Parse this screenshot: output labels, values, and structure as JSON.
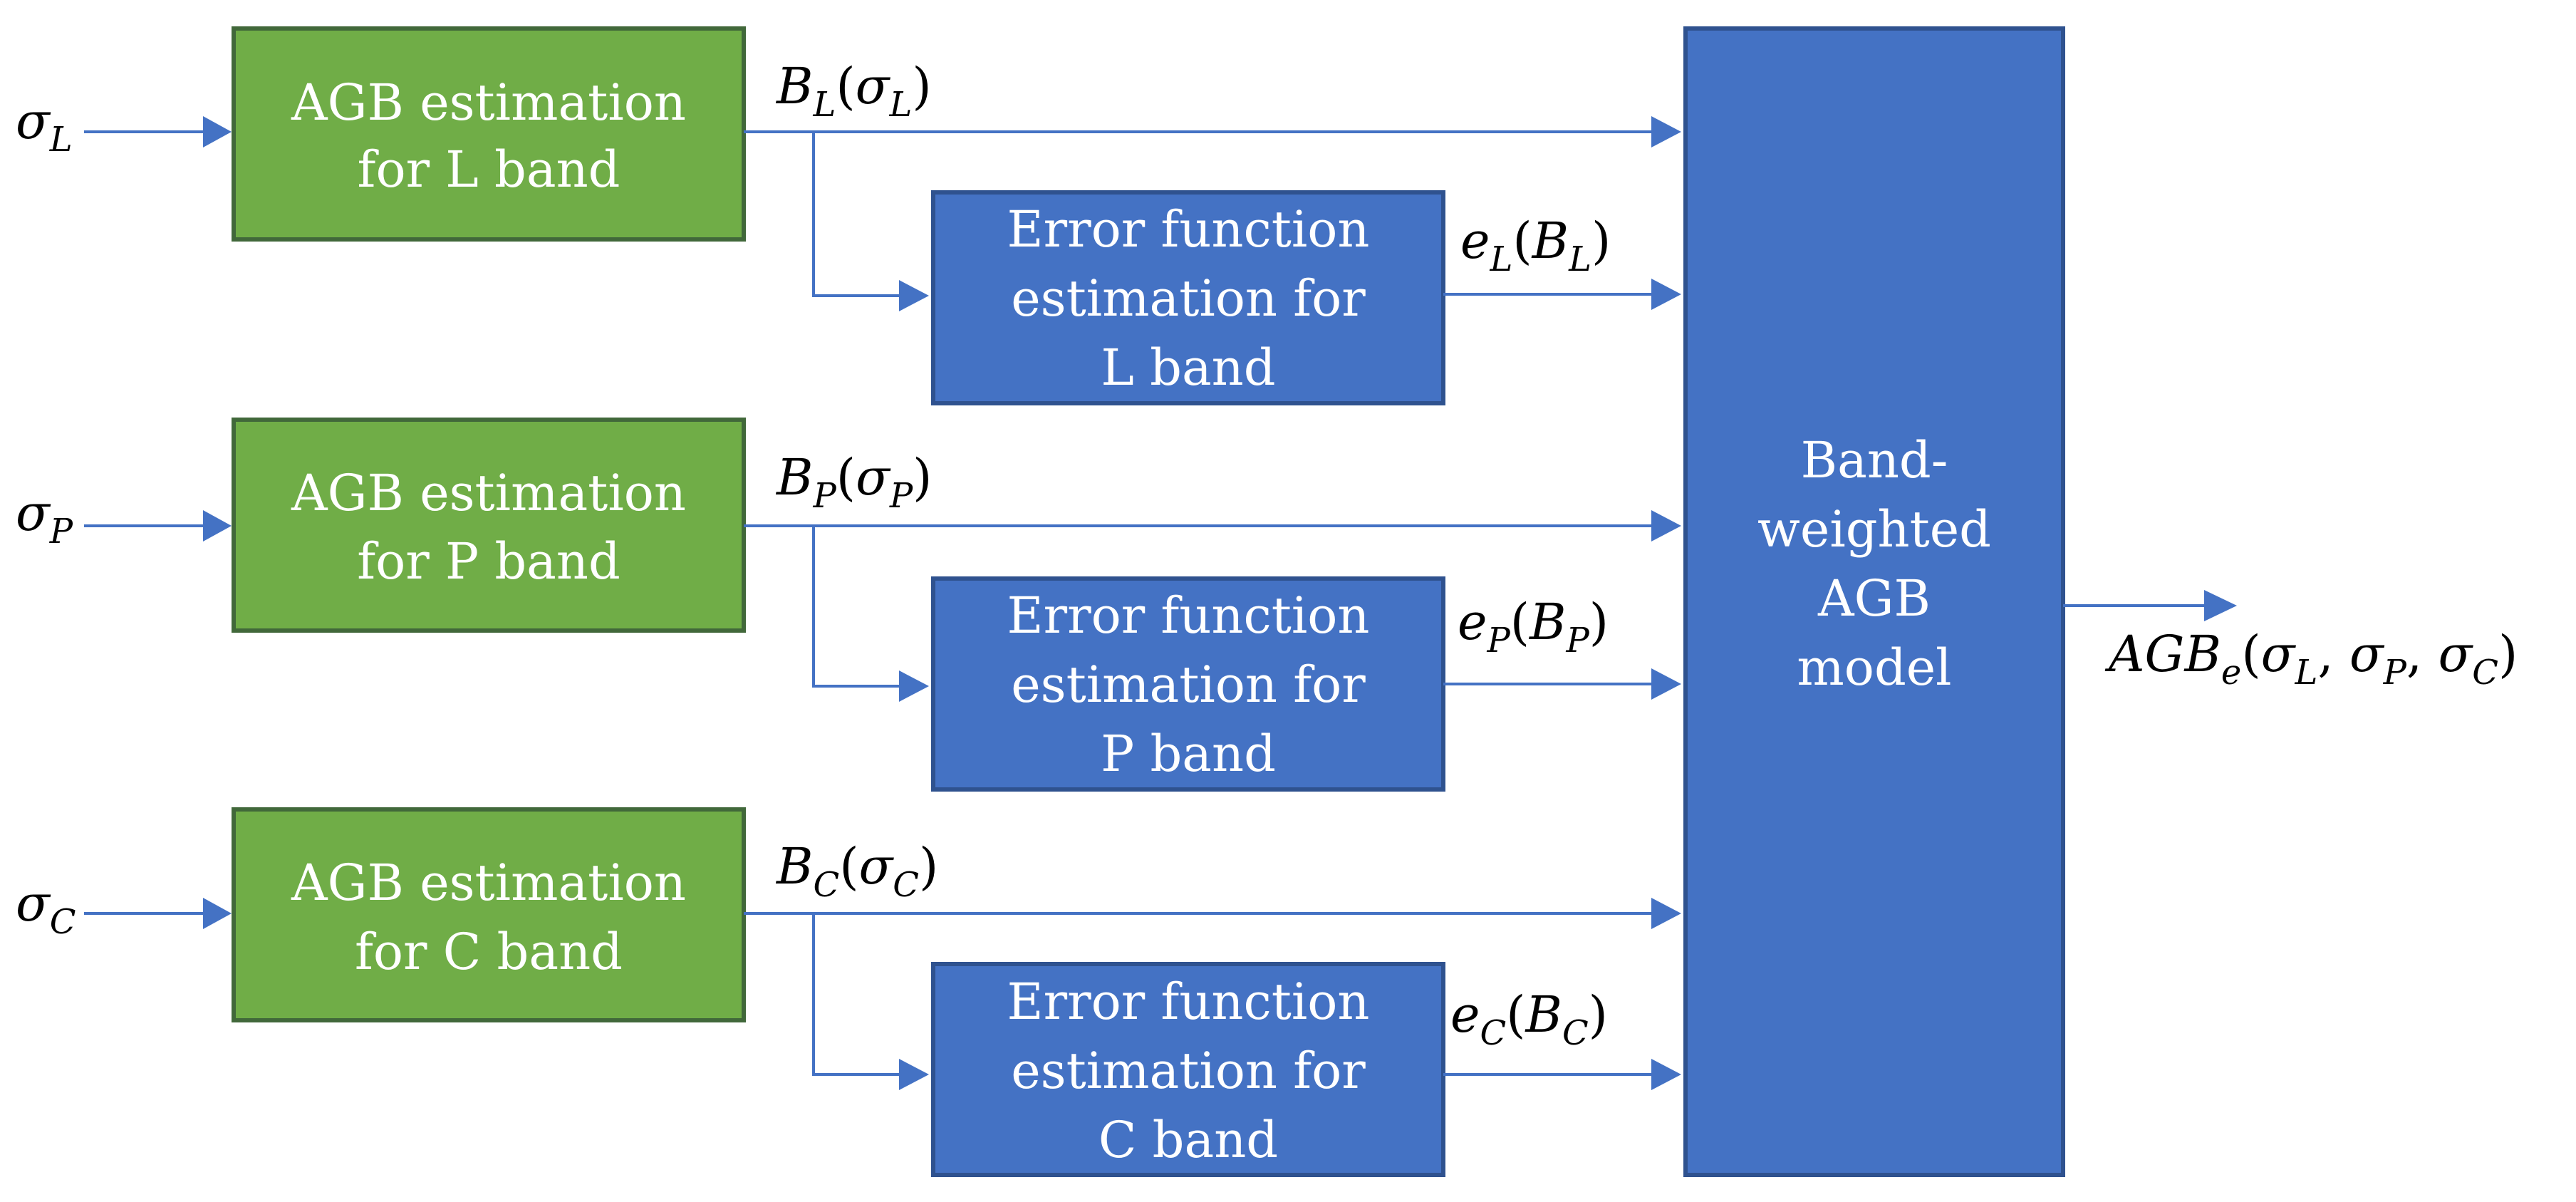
{
  "colors": {
    "agb_box": "#70ad47",
    "agb_border": "#41683a",
    "error_box": "#4472c4",
    "error_border": "#2f528f",
    "connector": "#4472c4"
  },
  "bands": [
    {
      "input_symbol": "σ",
      "input_sub": "L",
      "agb_box": {
        "line1": "AGB estimation",
        "line2": "for L band"
      },
      "agb_output": {
        "sym": "B",
        "sub": "L",
        "arg_sym": "σ",
        "arg_sub": "L"
      },
      "error_box": {
        "line1": "Error function",
        "line2": "estimation for",
        "line3": "L band"
      },
      "error_output": {
        "sym": "e",
        "sub": "L",
        "arg_sym": "B",
        "arg_sub": "L"
      }
    },
    {
      "input_symbol": "σ",
      "input_sub": "P",
      "agb_box": {
        "line1": "AGB estimation",
        "line2": "for P band"
      },
      "agb_output": {
        "sym": "B",
        "sub": "P",
        "arg_sym": "σ",
        "arg_sub": "P"
      },
      "error_box": {
        "line1": "Error function",
        "line2": "estimation for",
        "line3": "P band"
      },
      "error_output": {
        "sym": "e",
        "sub": "P",
        "arg_sym": "B",
        "arg_sub": "P"
      }
    },
    {
      "input_symbol": "σ",
      "input_sub": "C",
      "agb_box": {
        "line1": "AGB estimation",
        "line2": "for C band"
      },
      "agb_output": {
        "sym": "B",
        "sub": "C",
        "arg_sym": "σ",
        "arg_sub": "C"
      },
      "error_box": {
        "line1": "Error function",
        "line2": "estimation for",
        "line3": "C band"
      },
      "error_output": {
        "sym": "e",
        "sub": "C",
        "arg_sym": "B",
        "arg_sub": "C"
      }
    }
  ],
  "model_box": {
    "line1": "Band-",
    "line2": "weighted",
    "line3": "AGB",
    "line4": "model"
  },
  "final_output": {
    "name": "AGB",
    "sub": "e",
    "args": [
      {
        "sym": "σ",
        "sub": "L"
      },
      {
        "sym": "σ",
        "sub": "P"
      },
      {
        "sym": "σ",
        "sub": "C"
      }
    ]
  },
  "punct": {
    "open": "(",
    "close": ")",
    "comma": ", "
  }
}
